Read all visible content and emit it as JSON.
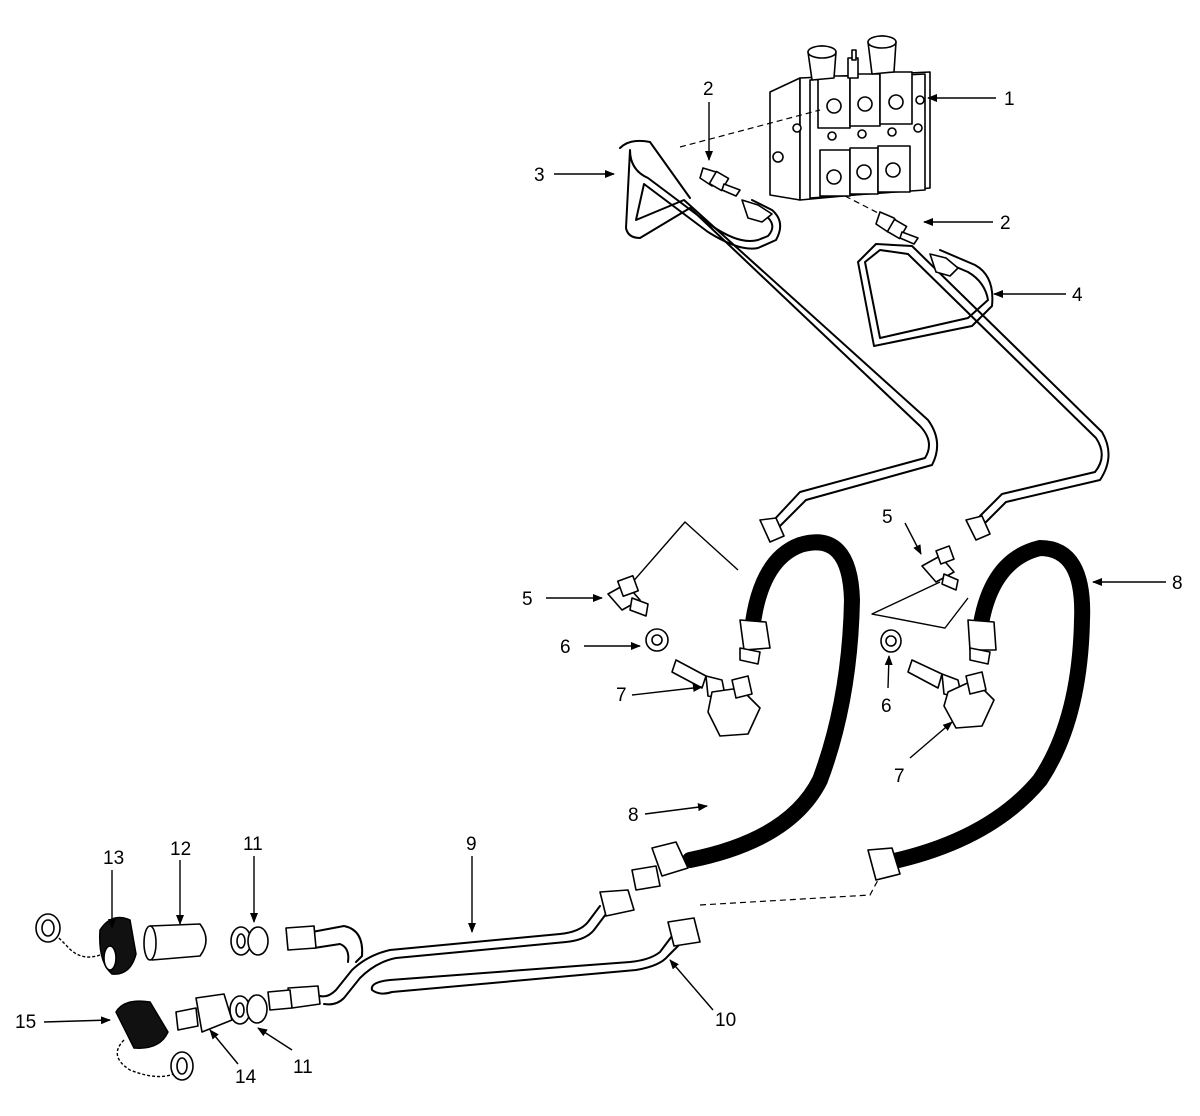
{
  "callouts": {
    "c1": "1",
    "c2a": "2",
    "c2b": "2",
    "c3": "3",
    "c4": "4",
    "c5a": "5",
    "c5b": "5",
    "c6a": "6",
    "c6b": "6",
    "c7a": "7",
    "c7b": "7",
    "c8a": "8",
    "c8b": "8",
    "c9": "9",
    "c10": "10",
    "c11a": "11",
    "c11b": "11",
    "c12": "12",
    "c13": "13",
    "c14": "14",
    "c15": "15"
  }
}
